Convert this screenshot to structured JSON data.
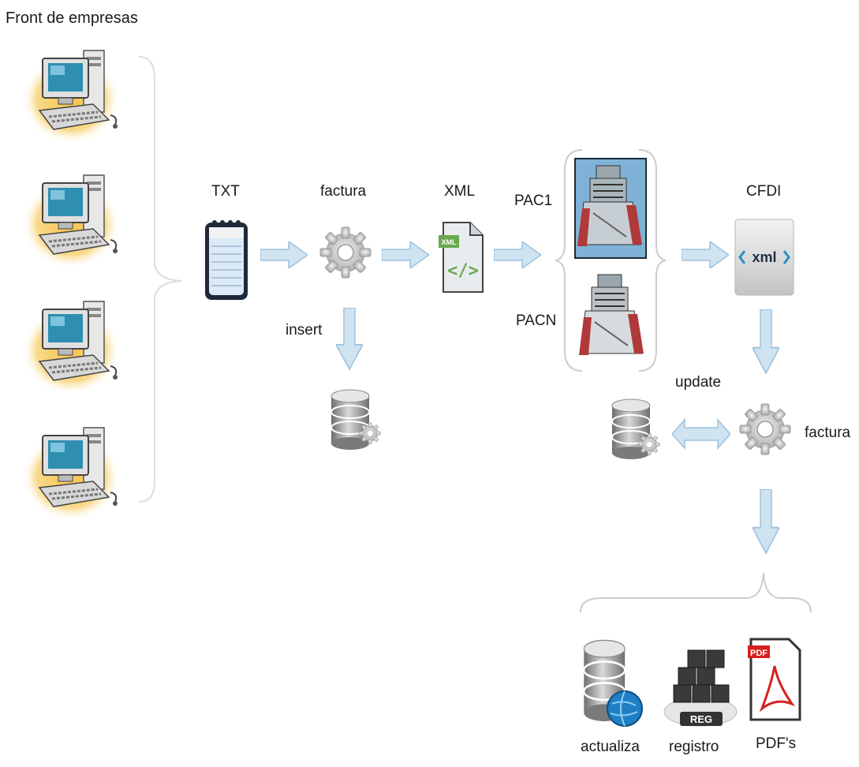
{
  "title": "Front de empresas",
  "labels": {
    "txt": "TXT",
    "factura_1": "factura",
    "xml": "XML",
    "pac1": "PAC1",
    "pacn": "PACN",
    "cfdi": "CFDI",
    "insert": "insert",
    "update": "update",
    "factura_2": "factura",
    "actualiza": "actualiza",
    "registro": "registro",
    "pdfs": "PDF's"
  },
  "icon_text": {
    "xml_badge": "XML",
    "xml_code": "</>",
    "cfdi_xml": "xml",
    "reg": "REG",
    "pdf": "PDF"
  },
  "colors": {
    "arrow_fill": "#cfe3f1",
    "arrow_stroke": "#9fc2dd",
    "gear": "#c9c9c9",
    "db": "#8e8e8e",
    "pc_glow": "#f2b43a"
  }
}
